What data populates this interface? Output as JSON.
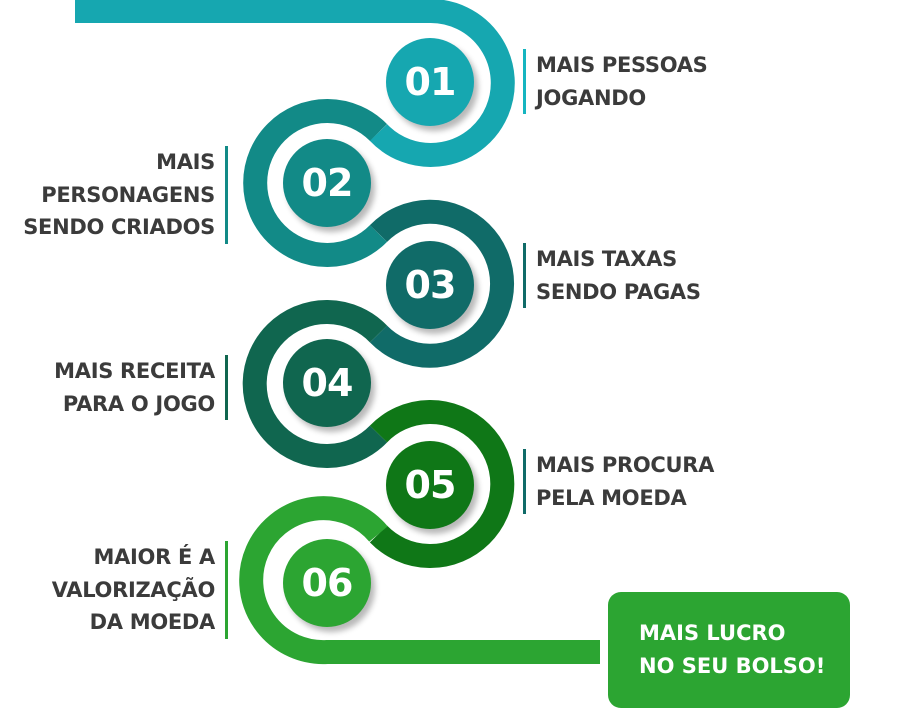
{
  "steps": [
    {
      "number": "01",
      "lines": [
        "MAIS PESSOAS",
        "JOGANDO"
      ],
      "color": "#16a7b0"
    },
    {
      "number": "02",
      "lines": [
        "MAIS",
        "PERSONAGENS",
        "SENDO CRIADOS"
      ],
      "color": "#128a87"
    },
    {
      "number": "03",
      "lines": [
        "MAIS TAXAS",
        "SENDO PAGAS"
      ],
      "color": "#106b68"
    },
    {
      "number": "04",
      "lines": [
        "MAIS RECEITA",
        "PARA O JOGO"
      ],
      "color": "#10664f"
    },
    {
      "number": "05",
      "lines": [
        "MAIS PROCURA",
        "PELA MOEDA"
      ],
      "color": "#0f7717"
    },
    {
      "number": "06",
      "lines": [
        "MAIOR É A",
        "VALORIZAÇÃO",
        "DA MOEDA"
      ],
      "color": "#2ca532"
    }
  ],
  "result": {
    "lines": [
      "MAIS LUCRO",
      "NO SEU BOLSO!"
    ],
    "color": "#2ca532"
  }
}
